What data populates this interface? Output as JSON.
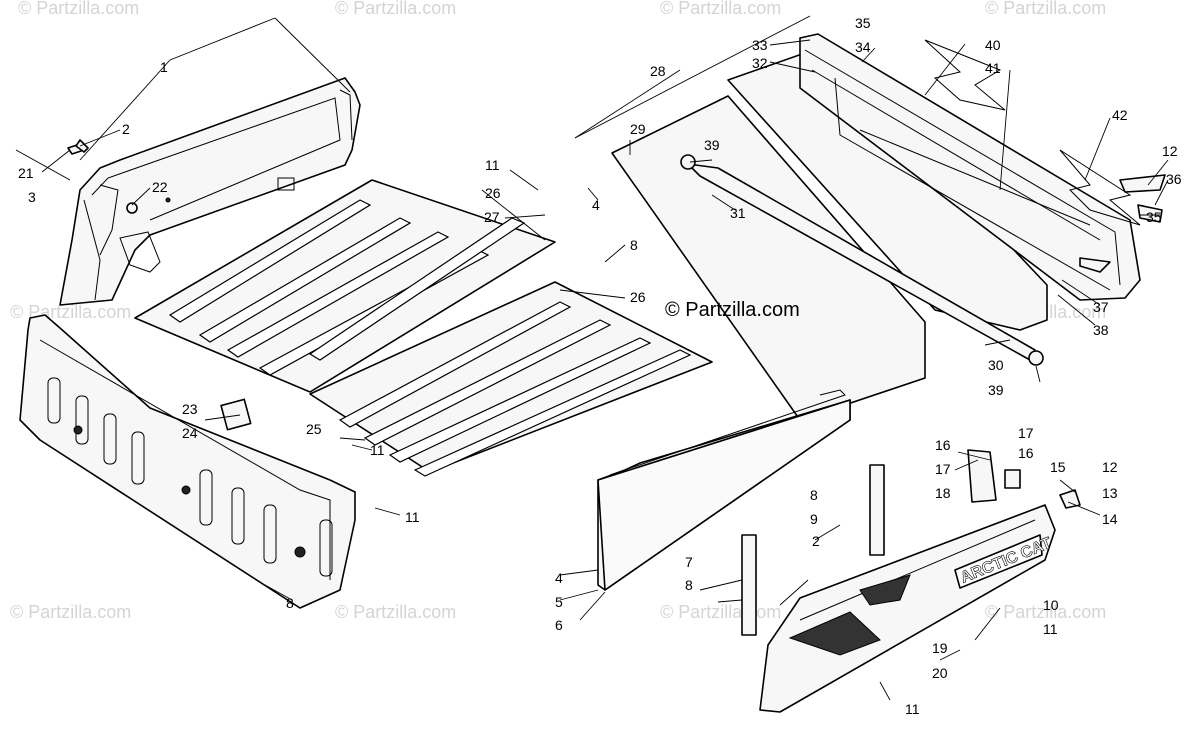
{
  "brand_label": "© Partzilla.com",
  "watermark": "© Partzilla.com",
  "logo_text": "ARCTIC CAT",
  "callouts": [
    {
      "id": "c1",
      "label": "1"
    },
    {
      "id": "c2",
      "label": "2"
    },
    {
      "id": "c21",
      "label": "21"
    },
    {
      "id": "c3",
      "label": "3"
    },
    {
      "id": "c22",
      "label": "22"
    },
    {
      "id": "c11a",
      "label": "11"
    },
    {
      "id": "c26a",
      "label": "26"
    },
    {
      "id": "c27",
      "label": "27"
    },
    {
      "id": "c8a",
      "label": "8"
    },
    {
      "id": "c26b",
      "label": "26"
    },
    {
      "id": "c23",
      "label": "23"
    },
    {
      "id": "c24",
      "label": "24"
    },
    {
      "id": "c25",
      "label": "25"
    },
    {
      "id": "c11b",
      "label": "11"
    },
    {
      "id": "c11c",
      "label": "11"
    },
    {
      "id": "c8b",
      "label": "8"
    },
    {
      "id": "c28",
      "label": "28"
    },
    {
      "id": "c33",
      "label": "33"
    },
    {
      "id": "c32",
      "label": "32"
    },
    {
      "id": "c34",
      "label": "34"
    },
    {
      "id": "c35a",
      "label": "35"
    },
    {
      "id": "c40",
      "label": "40"
    },
    {
      "id": "c41",
      "label": "41"
    },
    {
      "id": "c42",
      "label": "42"
    },
    {
      "id": "c12a",
      "label": "12"
    },
    {
      "id": "c36",
      "label": "36"
    },
    {
      "id": "c35b",
      "label": "35"
    },
    {
      "id": "c29",
      "label": "29"
    },
    {
      "id": "c39a",
      "label": "39"
    },
    {
      "id": "c4a",
      "label": "4"
    },
    {
      "id": "c31",
      "label": "31"
    },
    {
      "id": "c37",
      "label": "37"
    },
    {
      "id": "c38",
      "label": "38"
    },
    {
      "id": "c30",
      "label": "30"
    },
    {
      "id": "c39b",
      "label": "39"
    },
    {
      "id": "c16a",
      "label": "16"
    },
    {
      "id": "c17a",
      "label": "17"
    },
    {
      "id": "c17b",
      "label": "17"
    },
    {
      "id": "c16b",
      "label": "16"
    },
    {
      "id": "c15",
      "label": "15"
    },
    {
      "id": "c12b",
      "label": "12"
    },
    {
      "id": "c18",
      "label": "18"
    },
    {
      "id": "c13",
      "label": "13"
    },
    {
      "id": "c14",
      "label": "14"
    },
    {
      "id": "c8c",
      "label": "8"
    },
    {
      "id": "c9",
      "label": "9"
    },
    {
      "id": "c2b",
      "label": "2"
    },
    {
      "id": "c7",
      "label": "7"
    },
    {
      "id": "c8d",
      "label": "8"
    },
    {
      "id": "c4b",
      "label": "4"
    },
    {
      "id": "c5",
      "label": "5"
    },
    {
      "id": "c6",
      "label": "6"
    },
    {
      "id": "c10",
      "label": "10"
    },
    {
      "id": "c11d",
      "label": "11"
    },
    {
      "id": "c19",
      "label": "19"
    },
    {
      "id": "c20",
      "label": "20"
    },
    {
      "id": "c11e",
      "label": "11"
    }
  ]
}
